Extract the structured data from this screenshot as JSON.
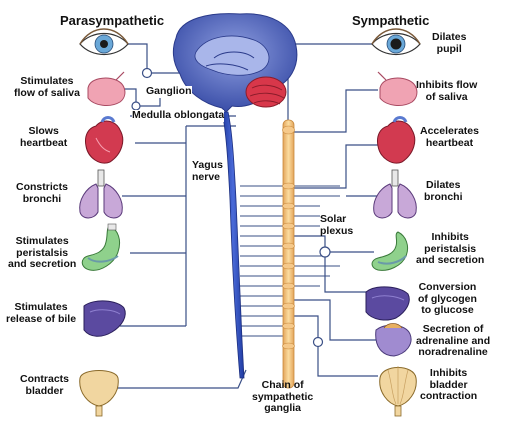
{
  "headers": {
    "left": "Parasympathetic",
    "right": "Sympathetic"
  },
  "center_labels": {
    "ganglion": "Ganglion",
    "medulla": "Medulla oblongata",
    "vagus": "Yagus\nnerve",
    "solar": "Solar\nplexus",
    "chain": "Chain of\nsympathetic\nganglia"
  },
  "left_effects": [
    {
      "id": "saliva",
      "text": "Stimulates\nflow of saliva"
    },
    {
      "id": "heart",
      "text": "Slows\nheartbeat"
    },
    {
      "id": "bronchi",
      "text": "Constricts\nbronchi"
    },
    {
      "id": "stomach",
      "text": "Stimulates\nperistalsis\nand secretion"
    },
    {
      "id": "bile",
      "text": "Stimulates\nrelease of bile"
    },
    {
      "id": "bladder",
      "text": "Contracts\nbladder"
    }
  ],
  "right_effects": [
    {
      "id": "pupil",
      "text": "Dilates\npupil"
    },
    {
      "id": "saliva",
      "text": "Inhibits flow\nof saliva"
    },
    {
      "id": "heart",
      "text": "Accelerates\nheartbeat"
    },
    {
      "id": "bronchi",
      "text": "Dilates\nbronchi"
    },
    {
      "id": "stomach",
      "text": "Inhibits\nperistalsis\nand secretion"
    },
    {
      "id": "glycogen",
      "text": "Conversion\nof glycogen\nto glucose"
    },
    {
      "id": "adrenal",
      "text": "Secretion of\nadrenaline and\nnoradrenaline"
    },
    {
      "id": "bladder",
      "text": "Inhibits\nbladder\ncontraction"
    }
  ],
  "colors": {
    "nerve_line": "#3a4f86",
    "spinal_cord": "#2f4db8",
    "sympathetic_chain": "#f0c27a",
    "brain": "#5d6fb8",
    "cerebellum": "#d8374a",
    "heart": "#d23a50",
    "liver": "#5b4aa0",
    "stomach": "#8fd18c",
    "eye_iris": "#6aa8d8"
  }
}
